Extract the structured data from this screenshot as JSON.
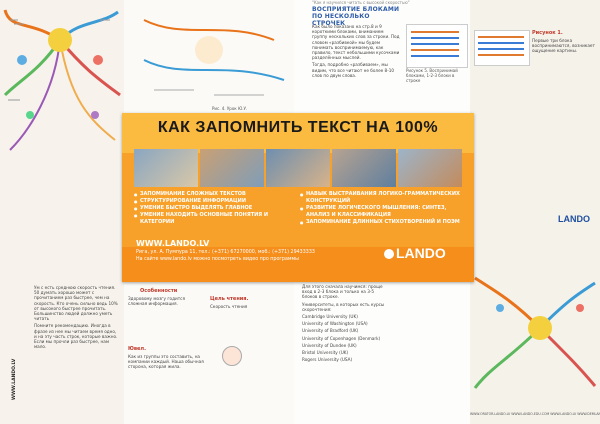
{
  "left_page": {
    "sidebar_vertical": "WWW.LANDO.LV",
    "fig_caption": "Рис. 4. Урок Ю.У.",
    "para1": "Ум с есть среднюю скорость чтения. 50 думать хорошо может с прочитанием раз быстрее, чем на скорость. Кто очень сильно ведь 10% от высокого быстрее прочитать. Большинство людей должно уметь читать",
    "para2": "Помните рекомендацию. Иногда в фразе из нее мы читаем время одно, и на эту часть строк, которые важно. Если мы прочли раз быстрее, нам мало.",
    "section1": "Ювел.",
    "para3": "Как из группы это составить, на компании каждый. Наша обычная сторона, которая жила.",
    "section2": "Цель чтения.",
    "para4": "Скорость чтения",
    "sub_title": "Особенности",
    "para5": "Здоровому мозгу годится сложная информация."
  },
  "mid_page": {
    "header": "ВОСПРИЯТИЕ БЛОКАМИ ПО НЕСКОЛЬКО СТРОЧЕК",
    "para1": "Как было показано на стр.8 и 9 короткими блоками, вниманием группу нескольких слов за строки. Под словом «разбивкой» мы будем понимать воспринимаемую, как правило, текст небольшими кусочками разделённых мыслей.",
    "para2": "Тогда, подробно «разбиваем», мы видим, что все читают не более 8-10 слов по двум слова.",
    "para3": "Для этого сначала научимся: проще вход в 2-3 блока и только на 3-5 блоков в строке.",
    "para4": "Университеты, в которых есть курсы скорочтения:",
    "universities": [
      "Cambridge University (UK)",
      "University of Washington (USA)",
      "University of Bradford (UK)",
      "University of Copenhagen (Denmark)",
      "University of Dundee (UK)",
      "Bristol University (UK)",
      "Rogers University (USA)"
    ],
    "fig_caption": "Рисунок 5. Воспринимай блоками, 1-2-3 блоки в строке",
    "fig_label": "Рисунок 1.",
    "side_text": "Первые три блока воспринимаются, возникает ощущение картины."
  },
  "ad": {
    "title": "КАК ЗАПОМНИТЬ ТЕКСТ НА 100%",
    "bullets_left": [
      "Запоминание сложных текстов",
      "Структурирование информации",
      "Умение быстро выделять главное",
      "Умение находить основные понятия и категории"
    ],
    "bullets_right": [
      "Навык выстраивания логико-грамматических конструкций",
      "Развитие логического мышления: синтез, анализ и классификация",
      "Запоминание длинных стихотворений и поэм"
    ],
    "url": "WWW.LANDO.LV",
    "address": "Рига, ул. А. Пумпура 11, тел.: (+371) 67270000, моб.: (+371) 29433333",
    "address2": "На сайте www.lando.lv можно посмотреть видео про программы",
    "logo": "LANDO",
    "colors": {
      "bg": "#f7a12b",
      "header": "#fbbb40",
      "footer": "#f58e1b",
      "text": "#ffffff"
    }
  },
  "right_page": {
    "logo": "LANDO",
    "footer": "WWW.ORATOR-LANDO.LV  WWW.LANDO-EDU.COM  WWW.LANDO.LV  WWW.DEMLANDO.RU"
  },
  "top_note": "\"Как я научился читать с высокой скоростью\""
}
